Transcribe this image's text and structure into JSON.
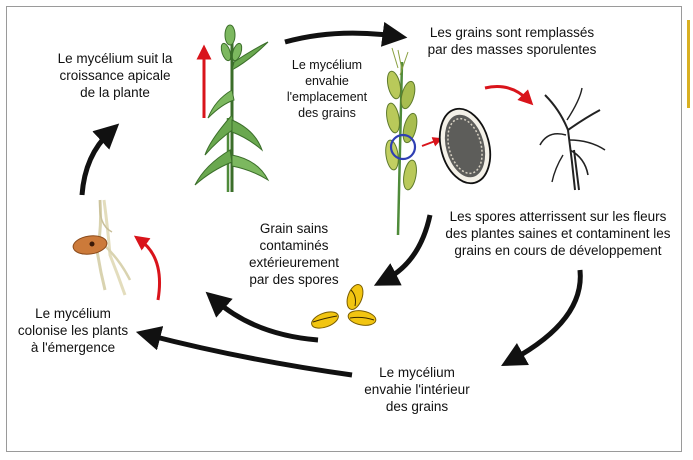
{
  "colors": {
    "frame": "#9a9a9a",
    "cycle_arrow": "#111111",
    "growth_arrow": "#d9141b",
    "plant_green": "#6aa84f",
    "plant_dark": "#3b6e2a",
    "spore_yellow": "#f2c511",
    "seed_brown": "#cc7a3a",
    "highlight_circle": "#2f3fb3",
    "accent": "#d9b021"
  },
  "icons": {
    "wheat_seedling": "wheat-plant-illustration",
    "wheat_ear": "wheat-ear-illustration",
    "spore_mass": "spore-mass-illustration",
    "dry_head": "dry-ear-illustration",
    "infected_grains": "grain-illustration",
    "germinating_seed": "seedling-illustration"
  },
  "labels": {
    "apical_growth": [
      "Le mycélium suit la",
      "croissance apicale",
      "de la plante"
    ],
    "invades_grain_site": [
      "Le mycélium",
      "envahie",
      "l'emplacement",
      "des grains"
    ],
    "replaced_grains": [
      "Les grains sont remplassés",
      "par des masses sporulentes"
    ],
    "spores_land": [
      "Les spores atterrissent  sur les fleurs",
      "des plantes saines et contaminent les",
      "grains en cours de développement"
    ],
    "contaminated_grains": [
      "Grain sains",
      "contaminés",
      "extérieurement",
      "par des spores"
    ],
    "colonizes_seedlings": [
      "Le mycélium",
      "colonise les plants",
      "à l'émergence"
    ],
    "invades_grain_interior": [
      "Le mycélium",
      "envahie l'intérieur",
      "des grains"
    ]
  }
}
